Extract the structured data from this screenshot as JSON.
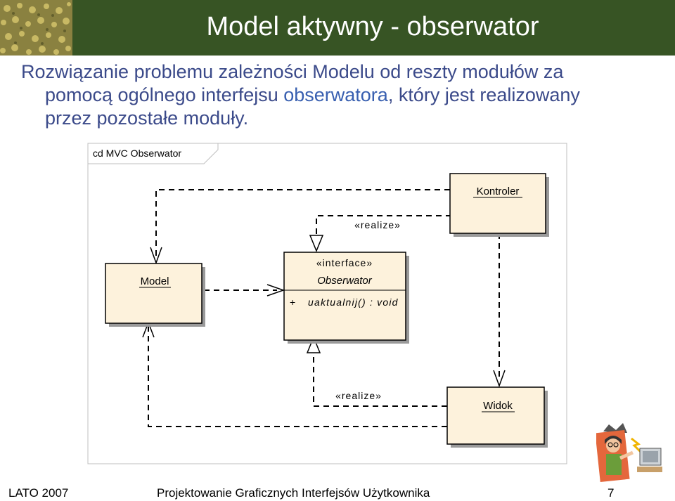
{
  "slide": {
    "title": "Model aktywny - obserwator",
    "body": {
      "line1": "Rozwiązanie problemu zależności Modelu od reszty modułów za",
      "line2_before": "pomocą ogólnego interfejsu ",
      "line2_highlight": "obserwatora",
      "line2_after": ", który jest realizowany",
      "line3": "przez pozostałe moduły."
    }
  },
  "diagram": {
    "frame_label": "cd MVC Obserwator",
    "classes": {
      "model": "Model",
      "kontroler": "Kontroler",
      "widok": "Widok",
      "observer_stereotype": "«interface»",
      "observer_name": "Obserwator",
      "observer_op_visibility": "+",
      "observer_op": "uaktualnij() : void"
    },
    "realize_top": "«realize»",
    "realize_bottom": "«realize»"
  },
  "footer": {
    "left": "LATO 2007",
    "center": "Projektowanie Graficznych Interfejsów Użytkownika",
    "page": "7"
  },
  "colors": {
    "header_bg": "#375424",
    "body_text": "#3b4a8a",
    "highlight": "#385fb0",
    "class_fill": "#fdf2dc"
  }
}
